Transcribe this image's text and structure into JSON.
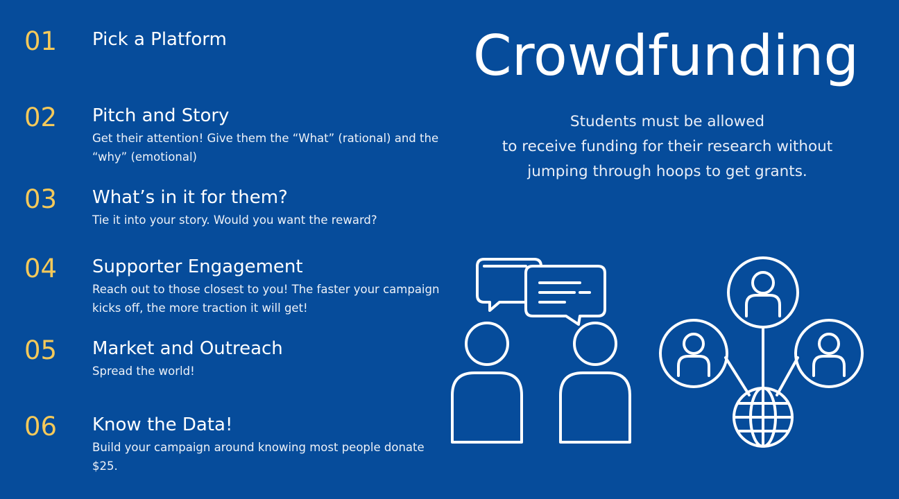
{
  "steps": [
    {
      "number": "01",
      "title": "Pick a Platform",
      "desc": ""
    },
    {
      "number": "02",
      "title": "Pitch and Story",
      "desc": "Get their attention! Give them the “What” (rational) and the “why” (emotional)"
    },
    {
      "number": "03",
      "title": "What’s in it for them?",
      "desc": "Tie it into your story. Would you want the reward?"
    },
    {
      "number": "04",
      "title": "Supporter Engagement",
      "desc": "Reach out to those closest to you! The faster your campaign kicks off, the more traction it will get!"
    },
    {
      "number": "05",
      "title": "Market and Outreach",
      "desc": "Spread the world!"
    },
    {
      "number": "06",
      "title": "Know the Data!",
      "desc": "Build your campaign around knowing most people donate $25."
    }
  ],
  "headline": "Crowdfunding",
  "tagline": {
    "line1": "Students must be allowed",
    "line2": "to receive funding for their research without",
    "line3": "jumping through hoops to get grants."
  },
  "icons": [
    "conversation-icon",
    "network-icon"
  ],
  "colors": {
    "background": "#064c9b",
    "accent": "#f4c95a",
    "text": "#ffffff"
  }
}
